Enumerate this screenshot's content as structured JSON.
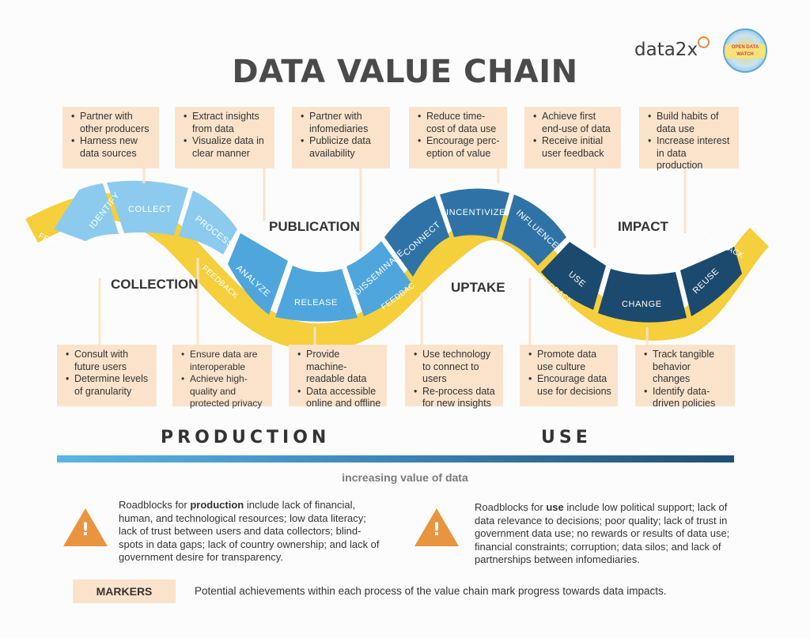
{
  "title": "DATA VALUE CHAIN",
  "logos": {
    "data2x": "data2x",
    "odw": "OPEN DATA WATCH"
  },
  "stages": {
    "collection": "COLLECTION",
    "publication": "PUBLICATION",
    "uptake": "UPTAKE",
    "impact": "IMPACT"
  },
  "segments": [
    "IDENTIFY",
    "COLLECT",
    "PROCESS",
    "ANALYZE",
    "RELEASE",
    "DISSEMINATE",
    "CONNECT",
    "INCENTIVIZE",
    "INFLUENCE",
    "USE",
    "CHANGE",
    "REUSE"
  ],
  "feedback_label": "FEEDBACK",
  "top_boxes": [
    [
      "Partner with other producers",
      "Harness new data sources"
    ],
    [
      "Extract insights from data",
      "Visualize data in clear manner"
    ],
    [
      "Partner with infomediaries",
      "Publicize data availability"
    ],
    [
      "Reduce time-cost of data use",
      "Encourage perc-eption of value"
    ],
    [
      "Achieve first end-use of data",
      "Receive initial user feedback"
    ],
    [
      "Build habits of data use",
      "Increase interest in data production"
    ]
  ],
  "bottom_boxes": [
    [
      "Consult with future users",
      "Determine levels of granularity"
    ],
    [
      "Ensure data are interoperable",
      "Achieve high-quality and protected privacy"
    ],
    [
      "Provide machine-readable data",
      "Data accessible online and offline"
    ],
    [
      "Use technology to connect to users",
      "Re-process data for new insights"
    ],
    [
      "Promote data use culture",
      "Encourage data use for decisions"
    ],
    [
      "Track tangible behavior changes",
      "Identify data-driven policies"
    ]
  ],
  "production_label": "PRODUCTION",
  "use_label": "USE",
  "value_caption": "increasing value of data",
  "roadblocks": {
    "production_prefix": "Roadblocks for ",
    "production_word": "production",
    "production_rest": " include lack of financial, human, and technological resources; low data literacy; lack of trust between users and data collectors; blind-spots in data gaps; lack of country ownership; and lack of government desire for transparency.",
    "use_prefix": "Roadblocks for ",
    "use_word": "use",
    "use_rest": " include low political support; lack of data relevance to decisions; poor quality; lack of trust in government data use; no rewards or results of data use; financial constraints; corruption; data silos; and lack of partnerships between infomediaries."
  },
  "markers": {
    "label": "MARKERS",
    "text": "Potential achievements within each process of the value chain mark progress towards data impacts."
  },
  "colors": {
    "light_blue": "#8ccbee",
    "mid_blue": "#4ea6dc",
    "steel_blue": "#2f73a6",
    "dark_blue": "#1c4a6e",
    "yellow": "#f5cf3c",
    "peach": "#fbe3cb",
    "warning": "#e9943f"
  },
  "icons": {
    "warning": "warning-triangle-icon"
  }
}
